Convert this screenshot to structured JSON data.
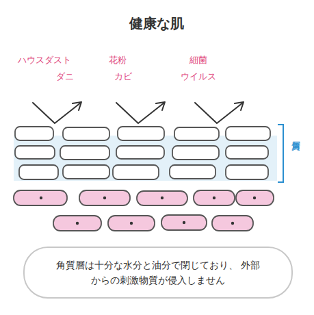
{
  "diagram": {
    "title": "健康な肌",
    "nodes": [
      {
        "text": [
          "角質層は十分な水分と油分で閉じており、 外部からの刺激物質が侵入しません"
        ]
      }
    ],
    "labels": [
      "ハウスダスト",
      "ダニ",
      "花粉",
      "カビ",
      "細菌",
      "ウイルス",
      "角質層"
    ]
  }
}
